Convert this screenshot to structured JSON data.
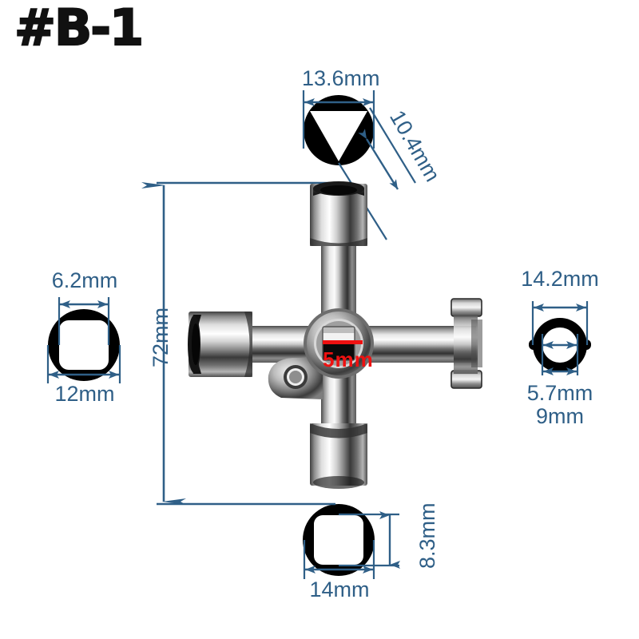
{
  "title": "#B-1",
  "product": {
    "name": "4-way cross key wrench",
    "finish": "chrome",
    "center_socket_label": "5mm",
    "center_socket_color": "#ee1111"
  },
  "theme": {
    "background": "#ffffff",
    "dimension_color": "#2f5f87",
    "title_color": "#111111",
    "accent_red": "#ee1111",
    "profile_fill": "#000000",
    "profile_cut": "#ffffff"
  },
  "profiles": {
    "top": {
      "name": "triangle-socket",
      "shape": "circle-with-inverted-triangle-cutout",
      "width_label": "13.6mm",
      "side_label": "10.4mm"
    },
    "left": {
      "name": "square-socket-small",
      "shape": "circle-with-rounded-square-cutout",
      "inner_label": "6.2mm",
      "outer_label": "12mm"
    },
    "right": {
      "name": "round-socket-with-tabs",
      "shape": "ring-with-side-tabs",
      "outer_label": "14.2mm",
      "inner_label": "5.7mm",
      "tab_label": "9mm"
    },
    "bottom": {
      "name": "square-socket-large",
      "shape": "circle-with-rounded-square-cutout",
      "width_label": "14mm",
      "height_label": "8.3mm"
    }
  },
  "overall": {
    "height_label": "72mm"
  }
}
